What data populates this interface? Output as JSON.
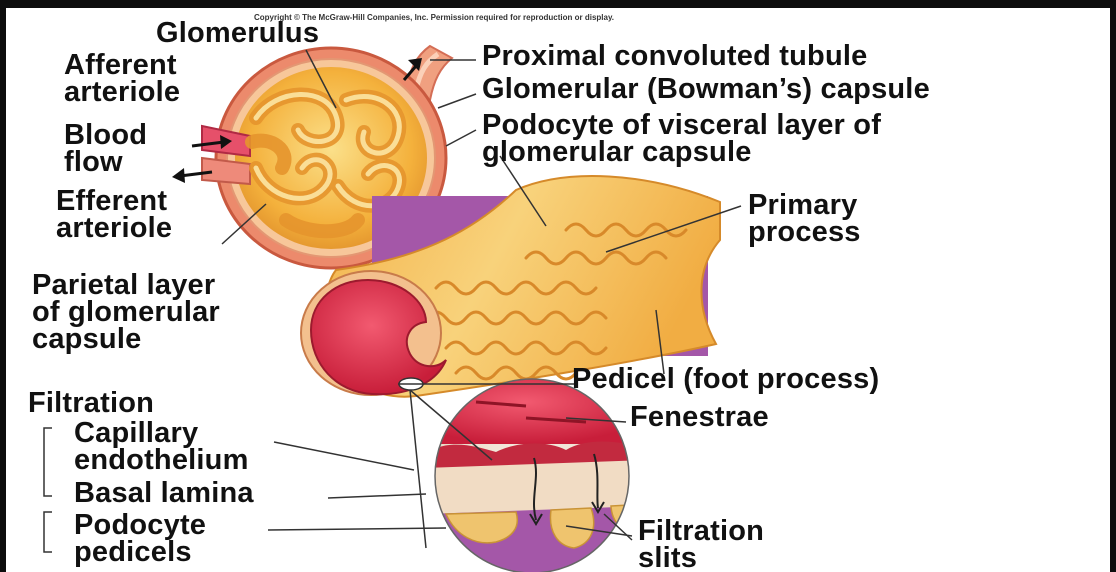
{
  "copyright": "Copyright © The McGraw-Hill Companies, Inc. Permission required for reproduction or display.",
  "labels": {
    "glomerulus": "Glomerulus",
    "afferent_arteriole": [
      "Afferent",
      "arteriole"
    ],
    "blood_flow": [
      "Blood",
      "flow"
    ],
    "efferent_arteriole": [
      "Efferent",
      "arteriole"
    ],
    "parietal_layer": [
      "Parietal layer",
      "of glomerular",
      "capsule"
    ],
    "proximal_tubule": "Proximal convoluted tubule",
    "bowmans_capsule": "Glomerular (Bowman’s) capsule",
    "podocyte_visceral": [
      "Podocyte of visceral layer of",
      "glomerular capsule"
    ],
    "primary_process": [
      "Primary",
      "process"
    ],
    "pedicel": "Pedicel (foot process)",
    "fenestrae": "Fenestrae",
    "filtration": "Filtration",
    "capillary_endothelium": [
      "Capillary",
      "endothelium"
    ],
    "basal_lamina": "Basal lamina",
    "podocyte_pedicels": [
      "Podocyte",
      "pedicels"
    ],
    "filtration_slits": [
      "Filtration",
      "slits"
    ]
  },
  "colors": {
    "background": "#ffffff",
    "frame": "#0d0d0d",
    "purple_panel": "#a254a6",
    "capsule_outer": "#e97a62",
    "glomerulus_yellow": "#f7c24e",
    "capillary_red": "#d92b45",
    "basal_lamina": "#f1dcc4",
    "line": "#333333"
  }
}
